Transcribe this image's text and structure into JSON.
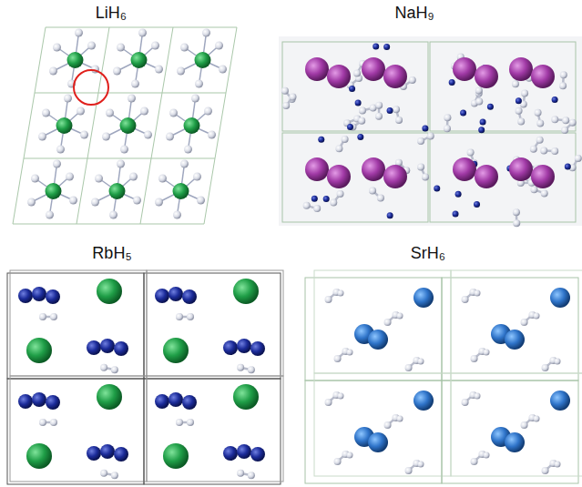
{
  "diagram": {
    "labels": [
      "LiH₆",
      "NaH₉",
      "RbH₅",
      "SrH₆"
    ]
  }
}
